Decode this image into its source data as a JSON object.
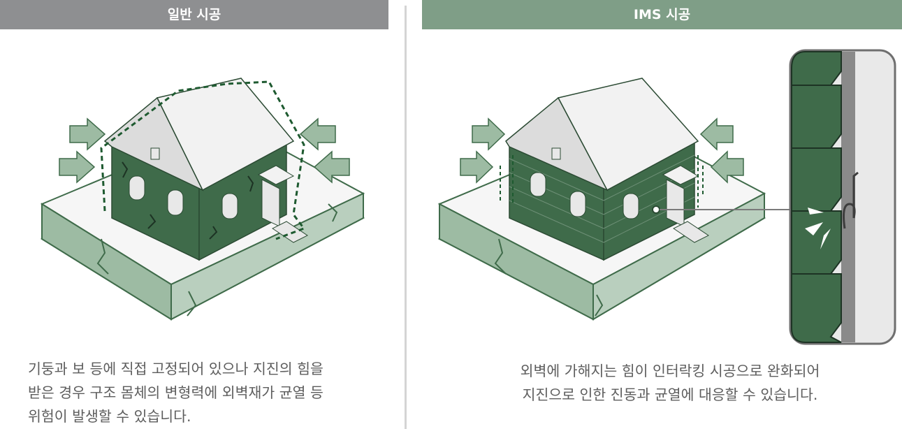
{
  "left": {
    "title": "일반 시공",
    "caption_lines": [
      "기둥과 보 등에 직접 고정되어 있으나 지진의 힘을",
      "받은 경우 구조 몸체의 변형력에 외벽재가 균열 등",
      "위험이 발생할 수 있습니다."
    ]
  },
  "right": {
    "title": "IMS 시공",
    "caption_lines": [
      "외벽에 가해지는 힘이 인터락킹 시공으로 완화되어",
      "지진으로 인한 진동과 균열에 대응할 수 있습니다."
    ]
  },
  "colors": {
    "left_header": "#8e8f91",
    "right_header": "#7f9e87",
    "wall_green": "#3f6b4a",
    "ground_green": "#9dbba3"
  }
}
